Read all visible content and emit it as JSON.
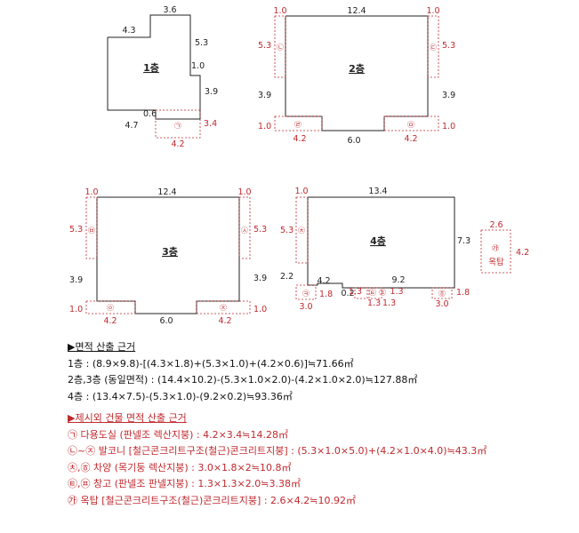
{
  "floor1": {
    "label": "1층",
    "dims": {
      "top": "3.6",
      "left_step": "4.3",
      "right_upper": "5.3",
      "right_step": "1.0",
      "right_lower": "3.9",
      "inner": "0.6",
      "bottom": "4.7"
    },
    "ext": {
      "symbol": "㉠",
      "width": "4.2",
      "depth": "3.4"
    }
  },
  "floor2": {
    "label": "2층",
    "dims": {
      "top": "12.4",
      "left": "3.9",
      "right": "3.9",
      "bottom": "6.0"
    },
    "ext": [
      {
        "symbol": "㉡",
        "width": "1.0",
        "height": "5.3"
      },
      {
        "symbol": "㉢",
        "width": "1.0",
        "height": "5.3"
      },
      {
        "symbol": "㉣",
        "width": "4.2",
        "height": "1.0"
      },
      {
        "symbol": "㉤",
        "width": "4.2",
        "height": "1.0"
      }
    ]
  },
  "floor3": {
    "label": "3층",
    "dims": {
      "top": "12.4",
      "left": "3.9",
      "right": "3.9",
      "bottom": "6.0"
    },
    "ext": [
      {
        "symbol": "㉥",
        "width": "1.0",
        "height": "5.3"
      },
      {
        "symbol": "㉦",
        "width": "1.0",
        "height": "5.3"
      },
      {
        "symbol": "㉧",
        "width": "4.2",
        "height": "1.0"
      },
      {
        "symbol": "㉨",
        "width": "4.2",
        "height": "1.0"
      }
    ]
  },
  "floor4": {
    "label": "4층",
    "dims": {
      "top": "13.4",
      "right": "7.3",
      "left_lower": "2.2",
      "step_a": "4.2",
      "step_b": "9.2",
      "step_c": "0.2"
    },
    "ext": [
      {
        "symbol": "㉩",
        "width": "1.0",
        "height": "5.3"
      },
      {
        "symbol": "㉪",
        "width": "3.0",
        "height": "1.8"
      },
      {
        "symbol": "㉫",
        "width": "1.3"
      },
      {
        "symbol": "㉬",
        "width": "1.3",
        "height": "1.3"
      },
      {
        "symbol": "㉭",
        "width": "3.0",
        "height": "1.8"
      }
    ],
    "rooftop": {
      "symbol": "㉮",
      "label": "옥탑",
      "width": "2.6",
      "height": "4.2"
    }
  },
  "notes": {
    "area_header": "▶면적 산출 근거",
    "area_lines": [
      "1층 : (8.9×9.8)-[(4.3×1.8)+(5.3×1.0)+(4.2×0.6)]≒71.66㎡",
      "2층,3층 (동일면적) : (14.4×10.2)-(5.3×1.0×2.0)-(4.2×1.0×2.0)≒127.88㎡",
      "4층 : (13.4×7.5)-(5.3×1.0)-(9.2×0.2)≒93.36㎡"
    ],
    "excl_header": "▶제시외 건물 면적 산출 근거",
    "excl_lines": [
      "㉠ 다용도실 (판넬조 렉산지붕) : 4.2×3.4≒14.28㎡",
      "㉡~㉨ 발코니 [철근콘크리트구조(철근)콘크리트지붕] : (5.3×1.0×5.0)+(4.2×1.0×4.0)≒43.3㎡",
      "㉩,㉭ 차양 (목기둥 렉산지붕) : 3.0×1.8×2≒10.8㎡",
      "㉫,㉬ 창고 (판넬조 판넬지붕) : 1.3×1.3×2.0≒3.38㎡",
      "㉮ 옥탑 [철근콘크리트구조(철근)콘크리트지붕] : 2.6×4.2≒10.92㎡"
    ]
  }
}
